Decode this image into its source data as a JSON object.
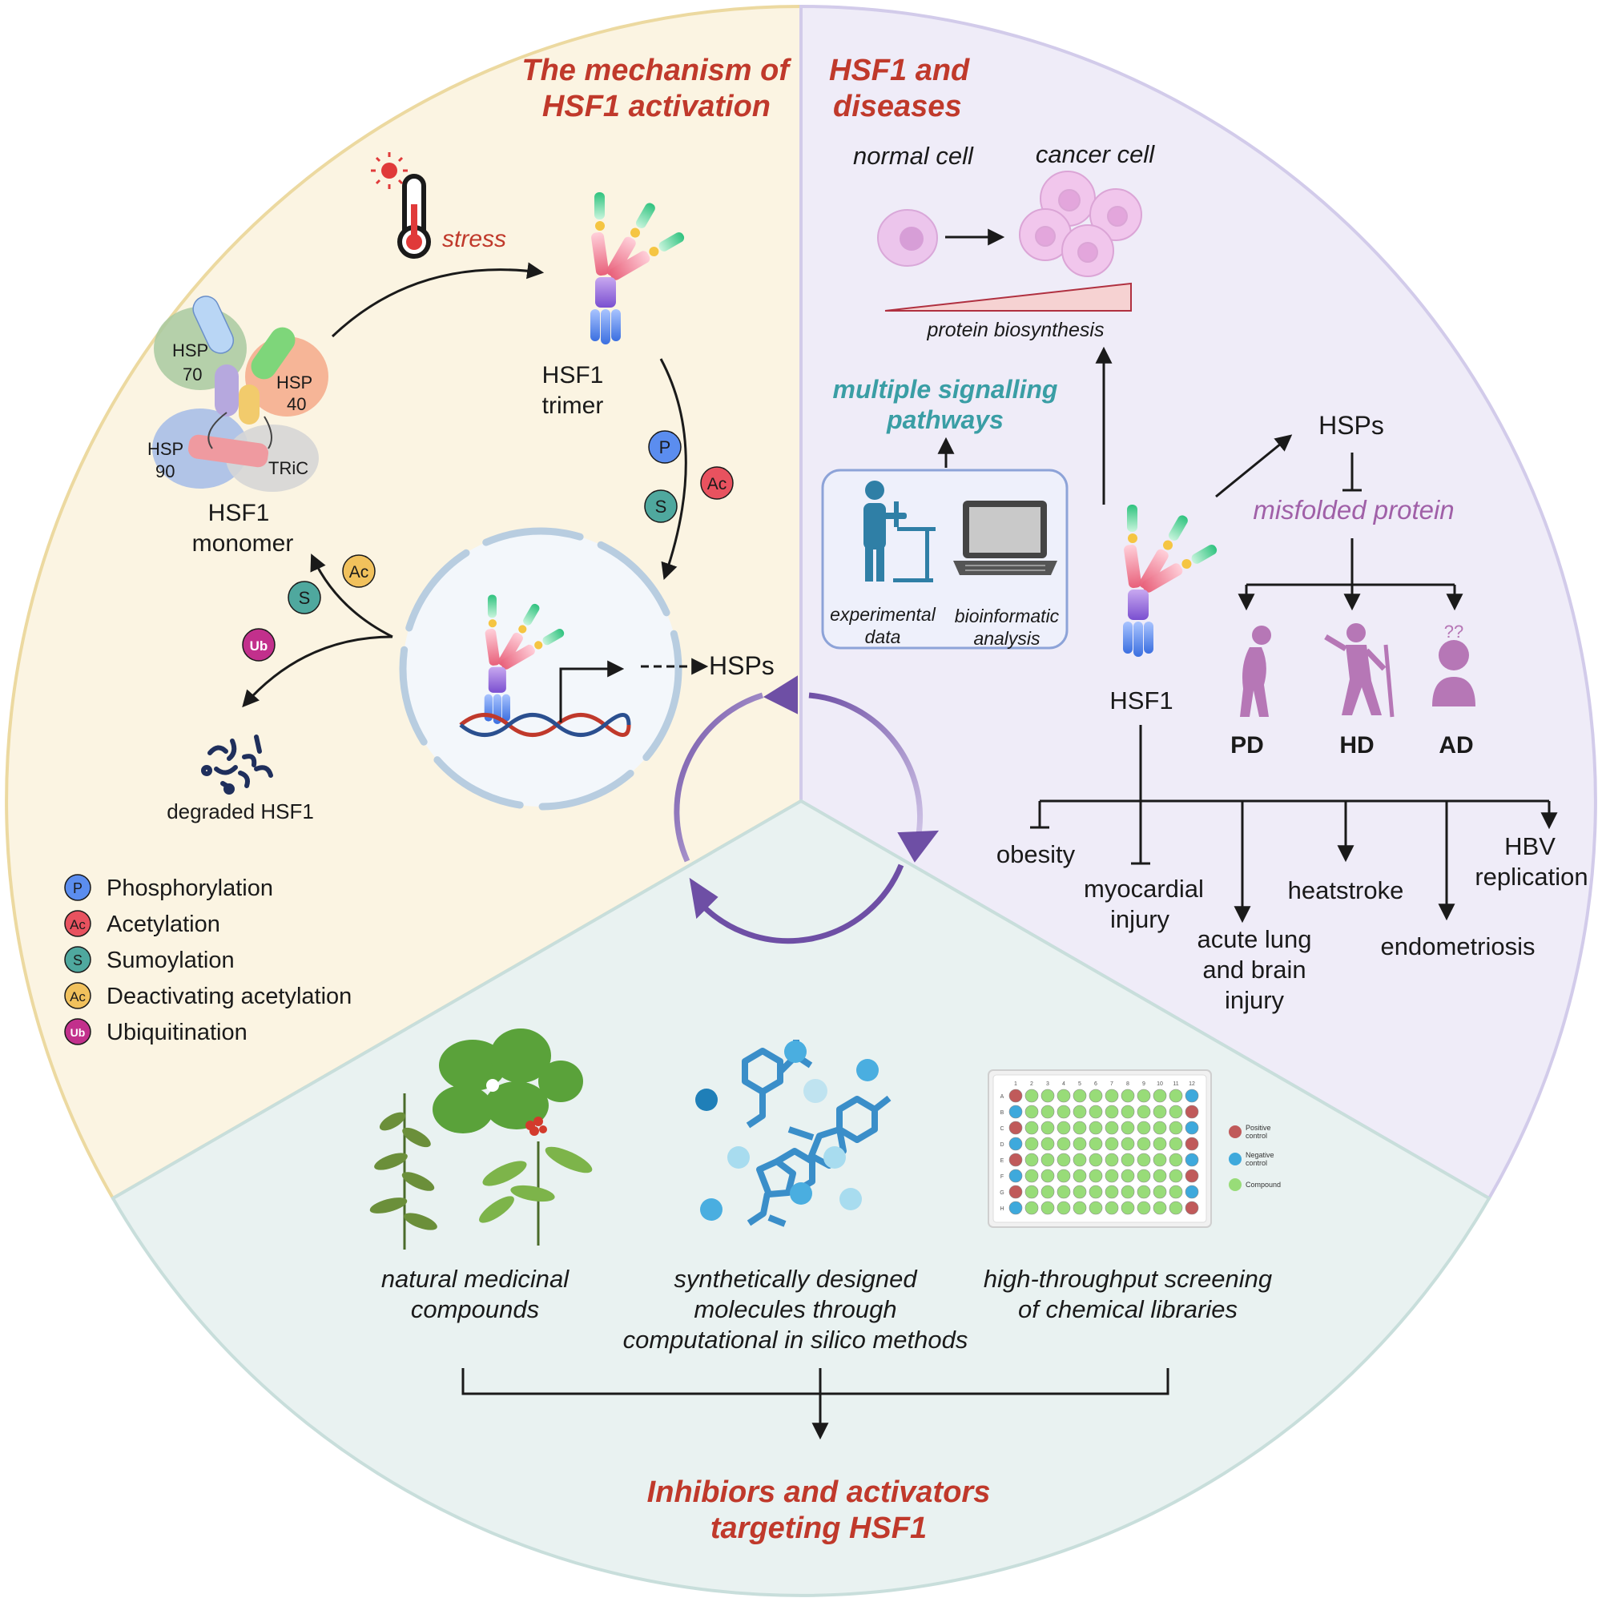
{
  "sections": {
    "mechanism": {
      "title_line1": "The mechanism of",
      "title_line2": "HSF1 activation"
    },
    "diseases": {
      "title_line1": "HSF1 and",
      "title_line2": "diseases"
    },
    "inhibitors": {
      "title_line1": "Inhibiors and activators",
      "title_line2": "targeting HSF1"
    }
  },
  "mechanism": {
    "stress": "stress",
    "monomer_line1": "HSF1",
    "monomer_line2": "monomer",
    "trimer_line1": "HSF1",
    "trimer_line2": "trimer",
    "hsp70_a": "HSP",
    "hsp70_b": "70",
    "hsp40_a": "HSP",
    "hsp40_b": "40",
    "hsp90_a": "HSP",
    "hsp90_b": "90",
    "tric": "TRiC",
    "hsps": "HSPs",
    "degraded": "degraded HSF1",
    "badges": {
      "p": "P",
      "ac": "Ac",
      "s": "S",
      "ub": "Ub"
    }
  },
  "legend": [
    {
      "badge": "P",
      "label": "Phosphorylation",
      "color": "#5b8def"
    },
    {
      "badge": "Ac",
      "label": "Acetylation",
      "color": "#e8525f"
    },
    {
      "badge": "S",
      "label": "Sumoylation",
      "color": "#4fa89e"
    },
    {
      "badge": "Ac",
      "label": "Deactivating acetylation",
      "color": "#f1c15c"
    },
    {
      "badge": "Ub",
      "label": "Ubiquitination",
      "color": "#c2308c"
    }
  ],
  "diseases": {
    "normal_cell": "normal cell",
    "cancer_cell": "cancer cell",
    "protein_biosynthesis": "protein biosynthesis",
    "signalling_line1": "multiple signalling",
    "signalling_line2": "pathways",
    "experimental_line1": "experimental",
    "experimental_line2": "data",
    "bioinformatic_line1": "bioinformatic",
    "bioinformatic_line2": "analysis",
    "hsf1": "HSF1",
    "hsps": "HSPs",
    "misfolded": "misfolded protein",
    "pd": "PD",
    "hd": "HD",
    "ad": "AD",
    "obesity": "obesity",
    "myocardial_line1": "myocardial",
    "myocardial_line2": "injury",
    "lung_line1": "acute lung",
    "lung_line2": "and brain",
    "lung_line3": "injury",
    "heatstroke": "heatstroke",
    "endometriosis": "endometriosis",
    "hbv_line1": "HBV",
    "hbv_line2": "replication"
  },
  "inhibitors": {
    "natural_line1": "natural medicinal",
    "natural_line2": "compounds",
    "synthetic_line1": "synthetically designed",
    "synthetic_line2": "molecules through",
    "synthetic_line3": "computational in silico methods",
    "hts_line1": "high-throughput screening",
    "hts_line2": "of chemical libraries",
    "plate": {
      "cols": [
        "1",
        "2",
        "3",
        "4",
        "5",
        "6",
        "7",
        "8",
        "9",
        "10",
        "11",
        "12"
      ],
      "rows": [
        "A",
        "B",
        "C",
        "D",
        "E",
        "F",
        "G",
        "H"
      ],
      "legend_positive_1": "Positive",
      "legend_positive_2": "control",
      "legend_negative_1": "Negative",
      "legend_negative_2": "control",
      "legend_compound": "Compound"
    }
  },
  "colors": {
    "mechanism_bg": "#fbf4e2",
    "diseases_bg": "#efecf8",
    "inhibitors_bg": "#e9f2f1",
    "title_red": "#c0392b",
    "teal": "#3a9ea5",
    "purple": "#7b5ea7"
  }
}
